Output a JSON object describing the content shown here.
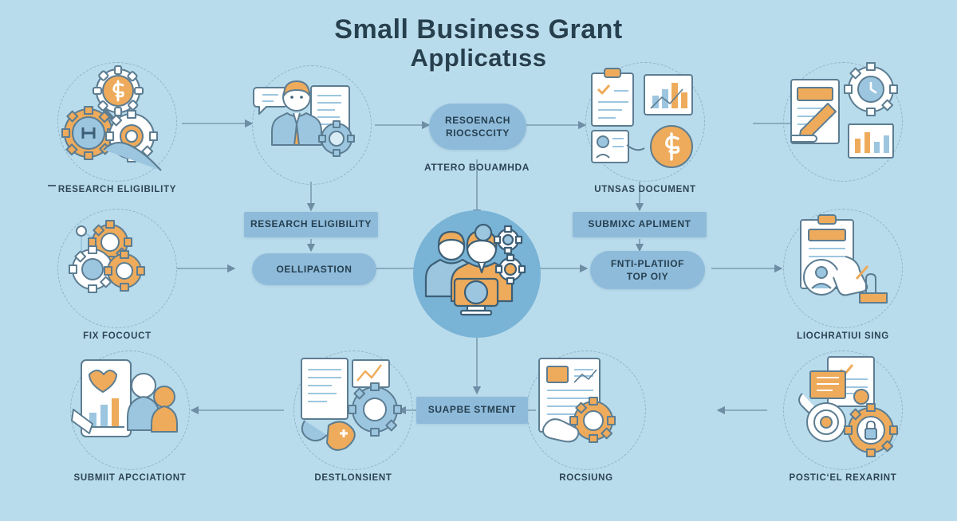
{
  "theme": {
    "background": "#b9dcec",
    "hub_fill": "#79b3d6",
    "pill_fill": "#8fbbdb",
    "ring_stroke": "#8fb3c6",
    "text": "#27404f",
    "accent_orange": "#eeab5b",
    "accent_blue": "#7fb0d4",
    "connector": "#6d8ea4"
  },
  "header": {
    "title_line1": "Small Business Grant",
    "title_line2": "Applicatıss"
  },
  "nodes": [
    {
      "id": "research-eligibility",
      "label": "RESEARCH ELIGIBILITY",
      "icon": "gears-dollar-magnifier-icon"
    },
    {
      "id": "consult-advisor",
      "label": "",
      "icon": "advisor-chat-document-icon"
    },
    {
      "id": "utnsas-document",
      "label": "UTNSAS DOCUMENT",
      "icon": "clipboard-chart-dollar-icon"
    },
    {
      "id": "fix-focouct",
      "label": "FIX FOCOUCT",
      "icon": "gears-network-icon"
    },
    {
      "id": "liochratiui-sing",
      "label": "LIOCHRATIUI SING",
      "icon": "document-review-hand-icon"
    },
    {
      "id": "submiit-arcciationt",
      "label": "SUBMIIT AРCCIATIONT",
      "icon": "mobile-chart-people-icon"
    },
    {
      "id": "destlonsient",
      "label": "DESTLONSIENT",
      "icon": "document-gear-megaphone-icon"
    },
    {
      "id": "rocsiung",
      "label": "ROCSIUNG",
      "icon": "report-hand-gear-icon"
    },
    {
      "id": "posticel-rexarint",
      "label": "POSTICʻEL REXARINT",
      "icon": "documents-lock-gear-icon"
    }
  ],
  "hub": {
    "id": "center-hub",
    "icon": "team-gears-icon"
  },
  "pills": [
    {
      "id": "resoenach-riocsccity",
      "line1": "RESOENACH",
      "line2": "RIOCSCCITY",
      "shape": "pill"
    },
    {
      "id": "oellipastion",
      "line1": "OELLIPASTION",
      "line2": "",
      "shape": "pill"
    },
    {
      "id": "fnti-platiiof-top-oiy",
      "line1": "FNTI-PLATIIOF",
      "line2": "TOP OIY",
      "shape": "pill"
    }
  ],
  "boxes": [
    {
      "id": "research-eligibility-box",
      "label": "RESEARCH ELIGIBILITY"
    },
    {
      "id": "submixc-arliment-box",
      "label": "SUBMIXC AРLIMENT"
    },
    {
      "id": "suapbe-stment-box",
      "label": "SUAPBE STMENT"
    }
  ],
  "annotations": [
    {
      "id": "attero-bouamhda",
      "text": "ATTERO BOUAMHDA"
    }
  ]
}
